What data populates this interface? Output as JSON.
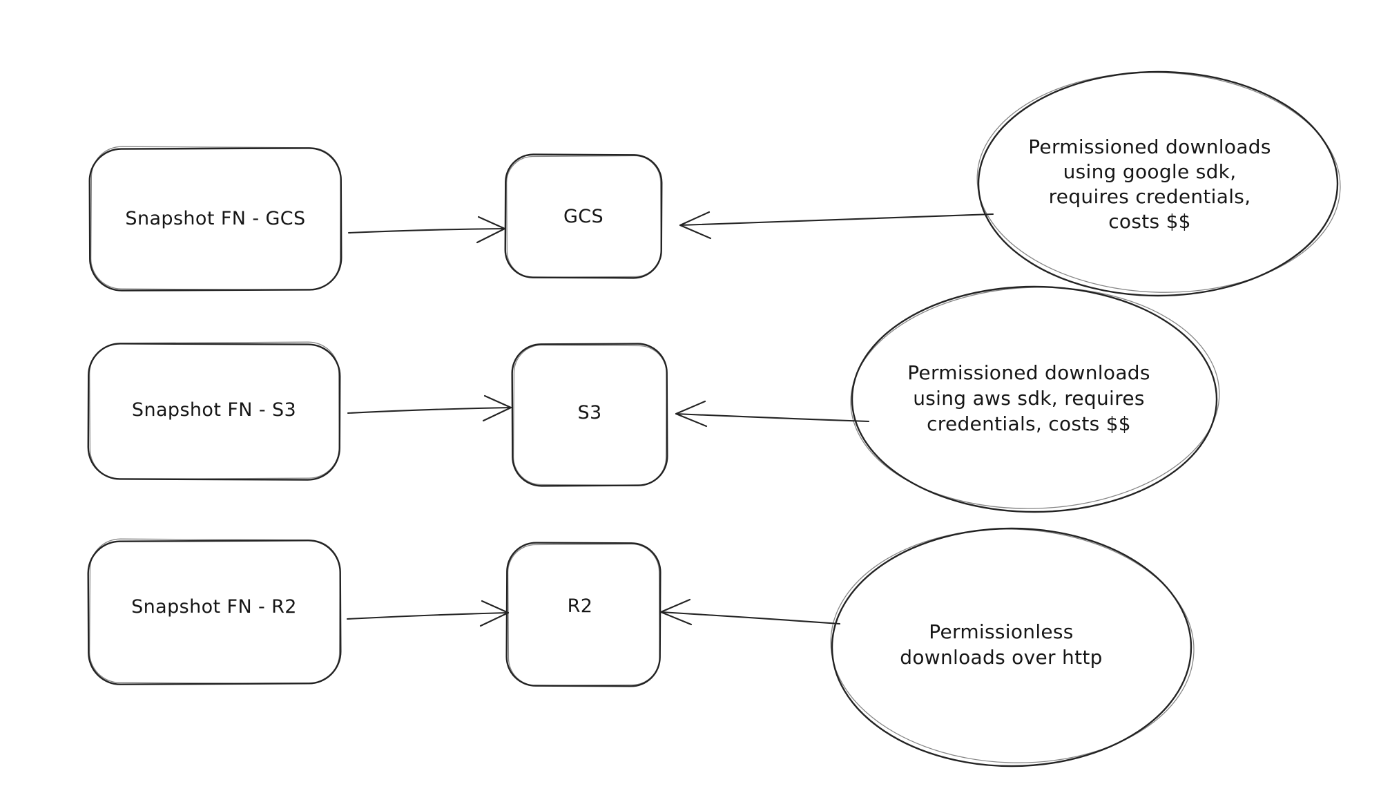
{
  "diagram": {
    "title": "Snapshot download paths diagram",
    "colors": {
      "background": "#ffffff",
      "stroke": "#232323",
      "text": "#161616"
    },
    "rows": [
      {
        "source_label": "Snapshot FN - GCS",
        "target_label": "GCS",
        "annotation_lines": [
          "Permissioned downloads",
          "using google sdk,",
          "requires credentials,",
          "costs $$"
        ]
      },
      {
        "source_label": "Snapshot FN - S3",
        "target_label": "S3",
        "annotation_lines": [
          "Permissioned downloads",
          "using aws sdk, requires",
          "credentials, costs $$"
        ]
      },
      {
        "source_label": "Snapshot FN - R2",
        "target_label": "R2",
        "annotation_lines": [
          "Permissionless",
          "downloads over http"
        ]
      }
    ]
  }
}
